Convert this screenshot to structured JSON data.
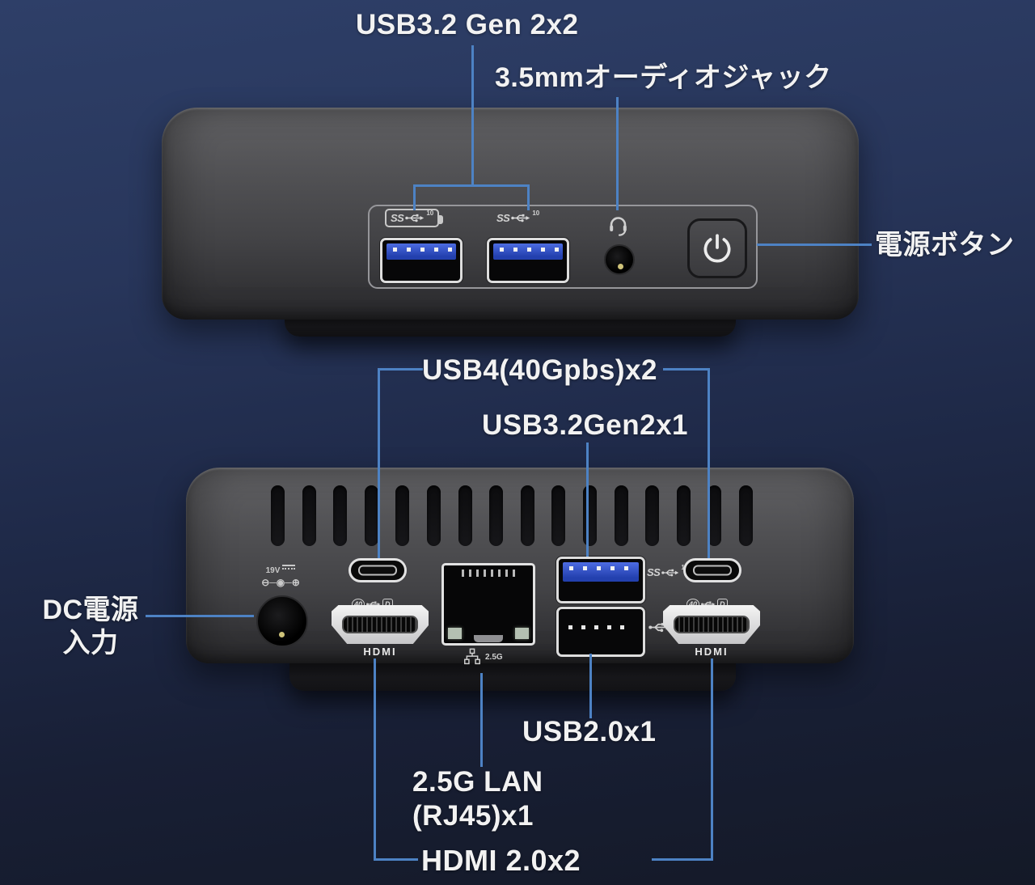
{
  "colors": {
    "accent_line": "#4d82c4",
    "label_text": "#f2f2f2",
    "background_top": "#2e3f68",
    "background_bottom": "#141927",
    "usb3_port_blue": "#3a55c9"
  },
  "front_view": {
    "usb32_label": "USB3.2 Gen 2x2",
    "audio_label": "3.5mmオーディオジャック",
    "power_label": "電源ボタン"
  },
  "rear_view": {
    "usb4_label": "USB4(40Gpbs)x2",
    "usb32gen2_label": "USB3.2Gen2x1",
    "dc_label_line1": "DC電源",
    "dc_label_line2": "入力",
    "usb20_label": "USB2.0x1",
    "lan_label_line1": "2.5G LAN",
    "lan_label_line2": "(RJ45)x1",
    "hdmi_label": "HDMI 2.0x2"
  },
  "port_markings": {
    "ss": "SS",
    "ss_speed": "10",
    "hdmi": "HDMI",
    "lan_speed": "2.5G",
    "dc_voltage": "19V",
    "dc_polarity": "⊖─◉─⊕",
    "usbc_speed": "40",
    "usbc_displayport": "D"
  },
  "icons": {
    "power-icon": "circle-with-line power symbol",
    "headset-icon": "headphones arc",
    "usb-trident-icon": "USB trident",
    "usb-ss10-icon": "SS trident 10",
    "usb-ss10-charging-icon": "SS trident 10 in battery outline",
    "usb4-40-dp-icon": "40 + trident + D",
    "network-icon": "LAN topology squares",
    "dc-polarity-icon": "center-positive polarity"
  }
}
